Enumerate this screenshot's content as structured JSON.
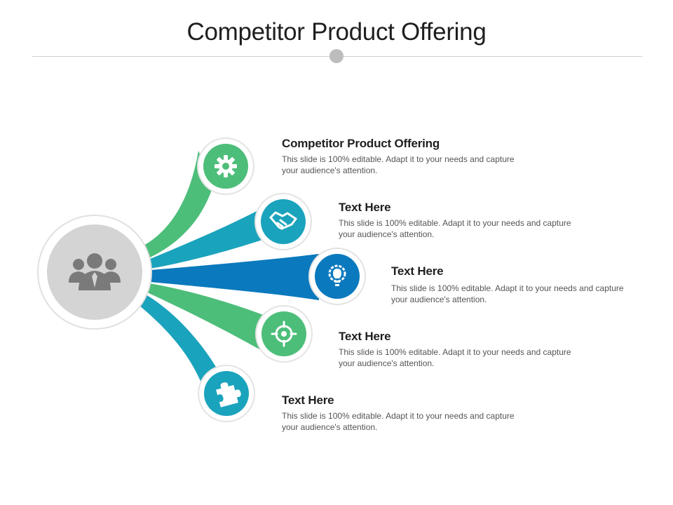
{
  "title": "Competitor Product Offering",
  "colors": {
    "green": "#4dbe7a",
    "teal": "#1aa3bc",
    "blue": "#0a79bd",
    "hub": "#d4d4d4",
    "icon_gray": "#7a7a7a"
  },
  "hub": {
    "icon": "people-group-icon"
  },
  "items": [
    {
      "heading": "Competitor Product Offering",
      "description": "This slide is 100% editable. Adapt it to your needs and capture your audience's attention.",
      "icon": "gear-icon",
      "color": "#4dbe7a"
    },
    {
      "heading": "Text Here",
      "description": "This slide is 100% editable. Adapt it to your needs and capture your audience's attention.",
      "icon": "handshake-icon",
      "color": "#1aa3bc"
    },
    {
      "heading": "Text Here",
      "description": "This slide is 100% editable. Adapt it to your needs and capture your audience's attention.",
      "icon": "lightbulb-gear-icon",
      "color": "#0a79bd"
    },
    {
      "heading": "Text Here",
      "description": "This slide is 100% editable. Adapt it to your needs and capture your audience's attention.",
      "icon": "target-icon",
      "color": "#4dbe7a"
    },
    {
      "heading": "Text Here",
      "description": "This slide is 100% editable. Adapt it to your needs and capture your audience's attention.",
      "icon": "puzzle-icon",
      "color": "#1aa3bc"
    }
  ]
}
